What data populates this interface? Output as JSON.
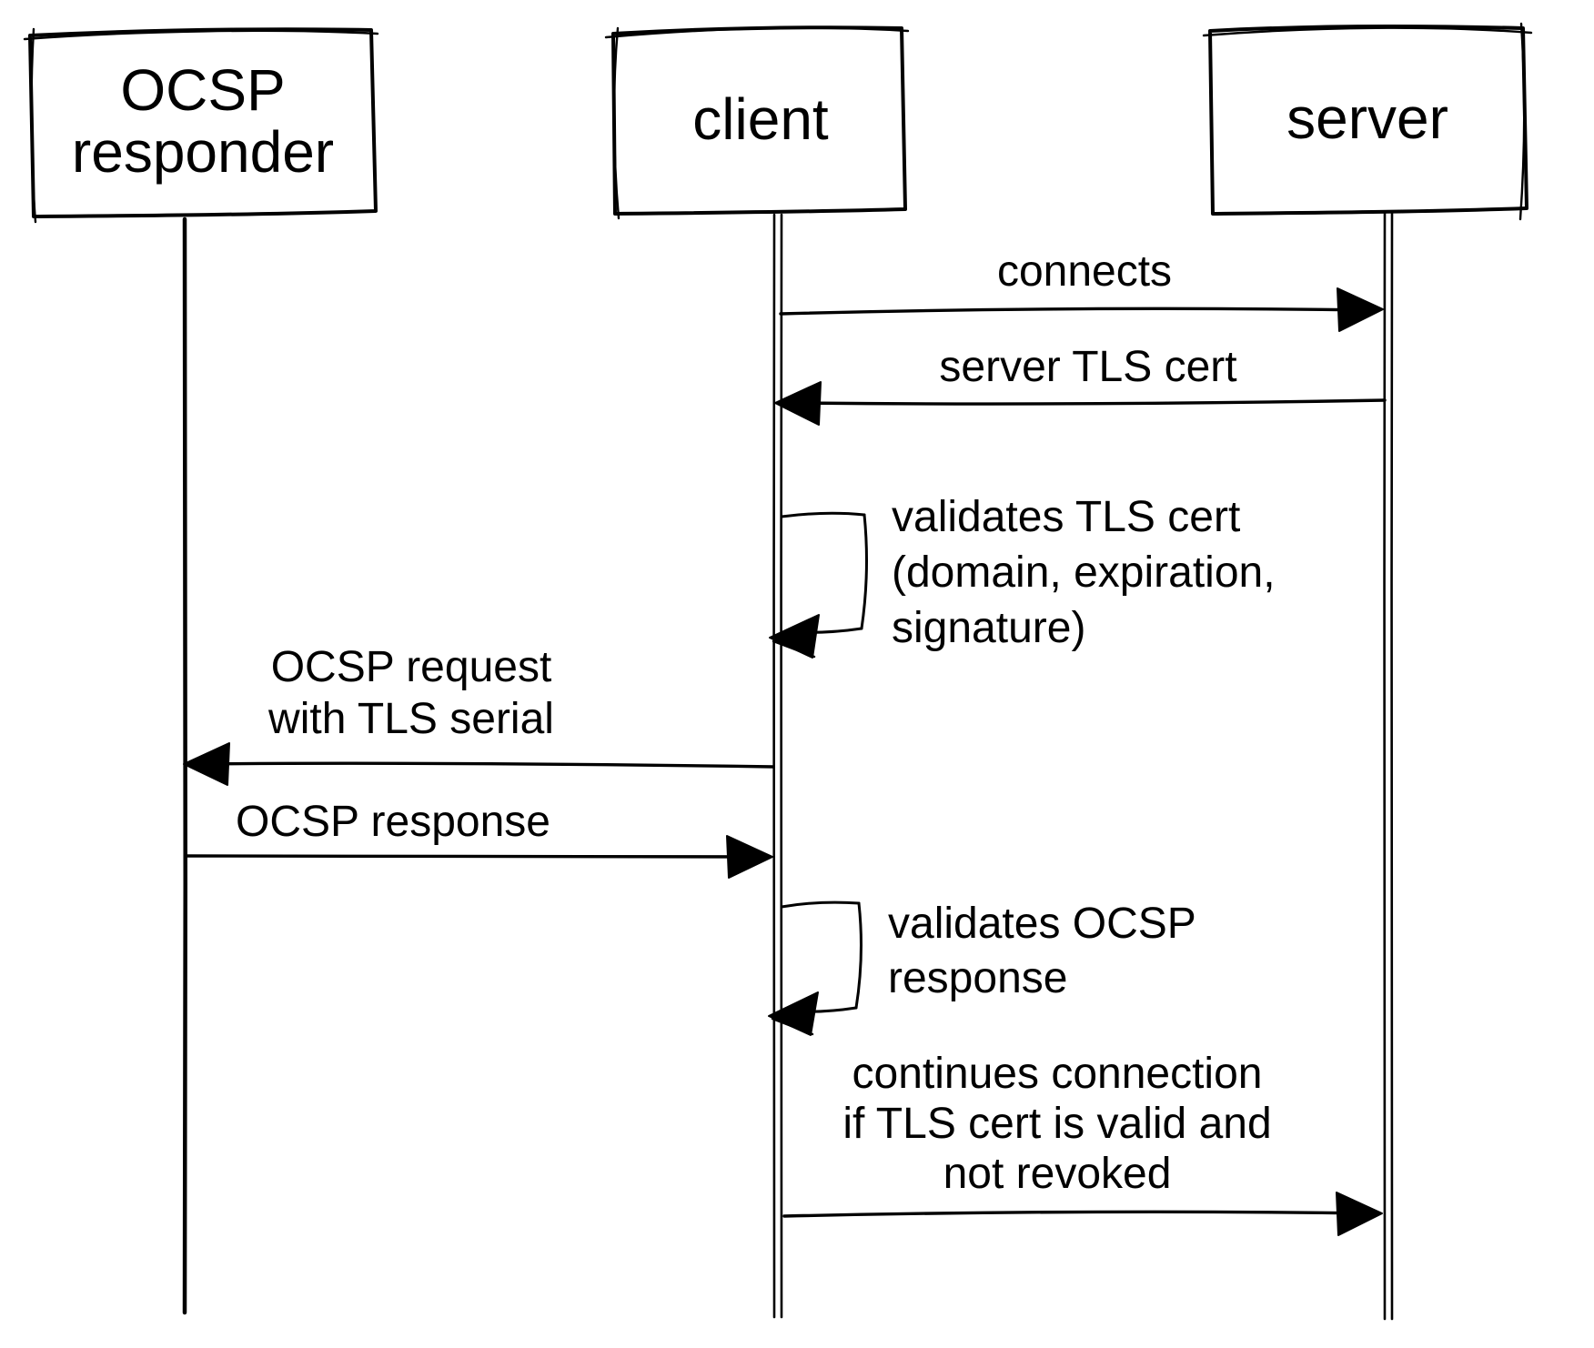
{
  "colors": {
    "ink": "#000000",
    "background": "#ffffff"
  },
  "actors": {
    "ocsp_responder": {
      "name": "OCSP responder",
      "line1": "OCSP",
      "line2": "responder"
    },
    "client": {
      "label": "client"
    },
    "server": {
      "label": "server"
    }
  },
  "messages": {
    "connects": {
      "kind": "arrow",
      "from": "client",
      "to": "server",
      "label": "connects"
    },
    "server_tls_cert": {
      "kind": "arrow",
      "from": "server",
      "to": "client",
      "label": "server TLS cert"
    },
    "validates_tls_cert": {
      "kind": "self-loop",
      "actor": "client",
      "line1": "validates TLS cert",
      "line2": "(domain, expiration,",
      "line3": "signature)"
    },
    "ocsp_request": {
      "kind": "arrow",
      "from": "client",
      "to": "ocsp_responder",
      "line1": "OCSP request",
      "line2": "with TLS serial"
    },
    "ocsp_response": {
      "kind": "arrow",
      "from": "ocsp_responder",
      "to": "client",
      "label": "OCSP response"
    },
    "validates_ocsp_response": {
      "kind": "self-loop",
      "actor": "client",
      "line1": "validates OCSP",
      "line2": "response"
    },
    "continues_connection": {
      "kind": "arrow",
      "from": "client",
      "to": "server",
      "line1": "continues connection",
      "line2": "if TLS cert is valid and",
      "line3": "not revoked"
    }
  }
}
